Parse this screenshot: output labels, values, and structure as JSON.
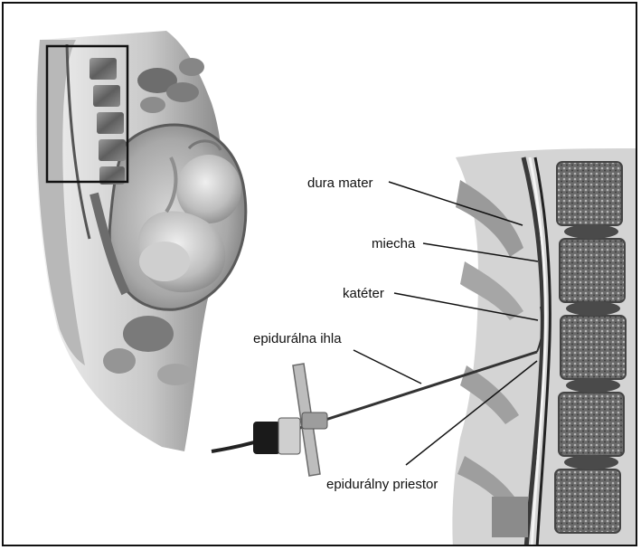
{
  "labels": {
    "dura_mater": "dura mater",
    "miecha": "miecha",
    "kateter": "katéter",
    "epiduralna_ihla": "epidurálna ihla",
    "epiduralny_priestor": "epidurálny priestor"
  },
  "colors": {
    "border": "#111111",
    "label_text": "#111111",
    "leader_line": "#111111"
  }
}
